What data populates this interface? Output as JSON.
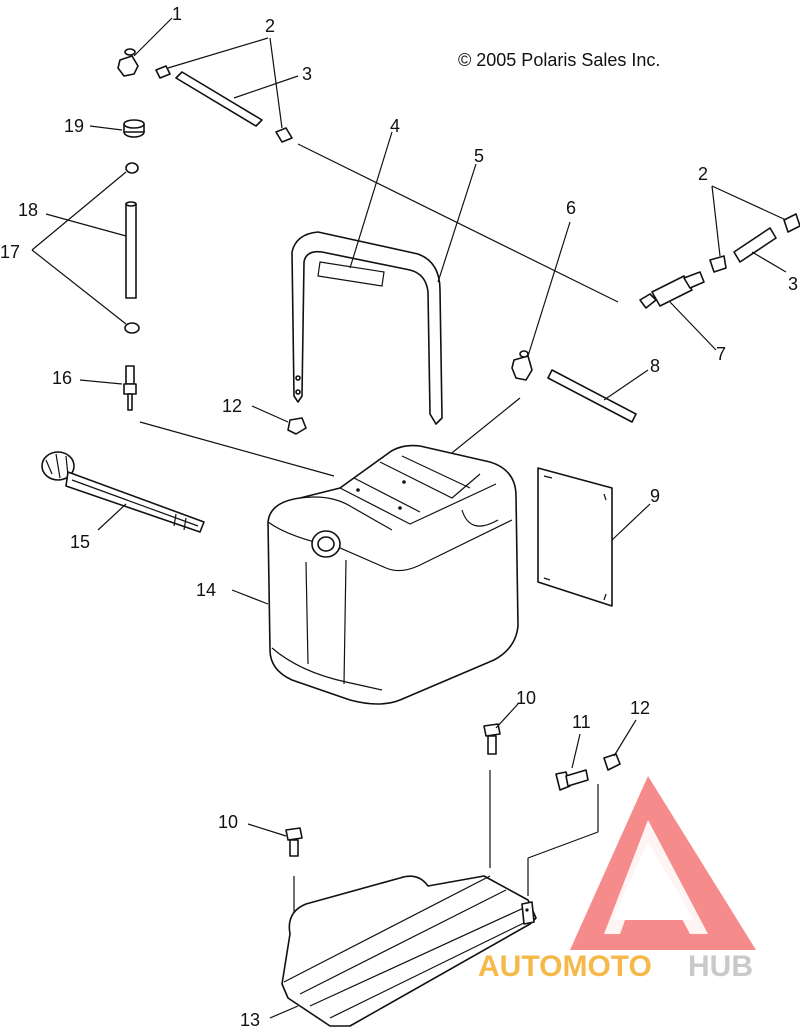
{
  "copyright": "© 2005 Polaris Sales Inc.",
  "watermark": {
    "brand_a": "AUTOMOTO",
    "brand_b": "HUB",
    "color_a": "#f5b94a",
    "color_b": "#c9c9c9",
    "triangle_color": "#f26a6a"
  },
  "callouts": {
    "c1": "1",
    "c2a": "2",
    "c2b": "2",
    "c3a": "3",
    "c3b": "3",
    "c4": "4",
    "c5": "5",
    "c6": "6",
    "c7": "7",
    "c8": "8",
    "c9": "9",
    "c10a": "10",
    "c10b": "10",
    "c11": "11",
    "c12a": "12",
    "c12b": "12",
    "c13": "13",
    "c14": "14",
    "c15": "15",
    "c16": "16",
    "c17": "17",
    "c18": "18",
    "c19": "19"
  }
}
